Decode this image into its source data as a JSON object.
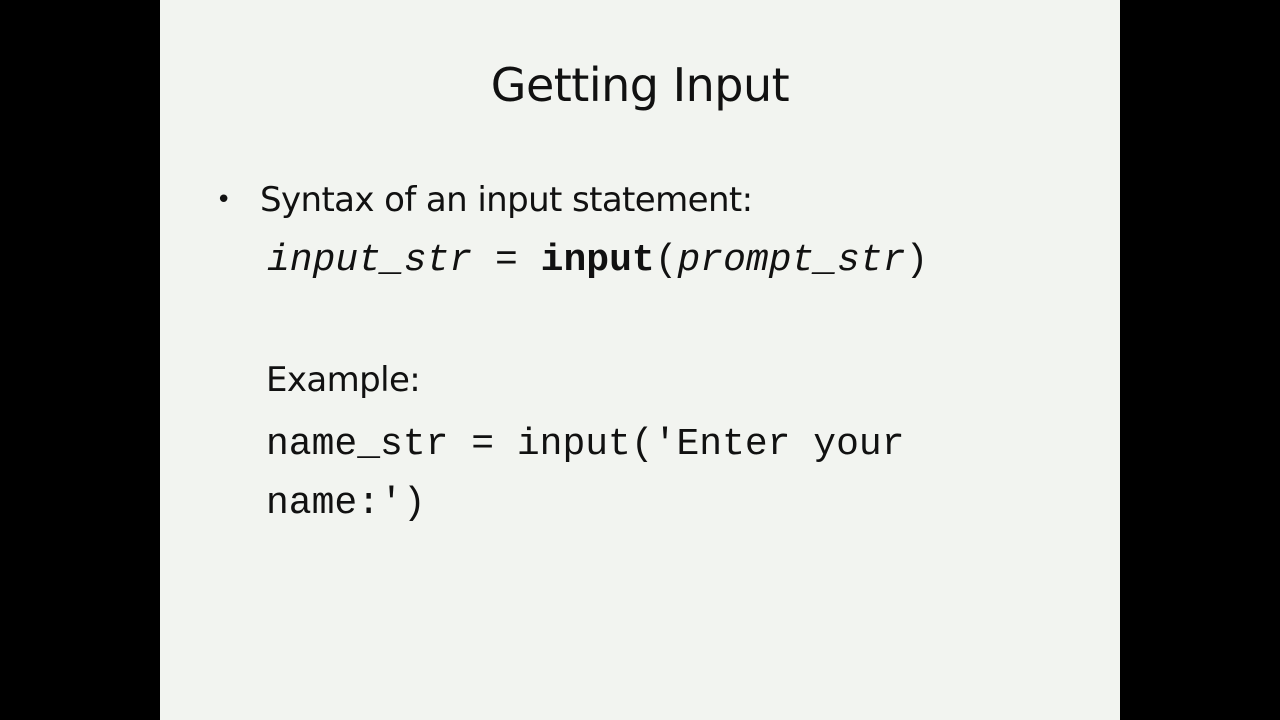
{
  "slide": {
    "title": "Getting Input",
    "bullet": "Syntax of an input statement:",
    "syntax": {
      "lhs": "input_str",
      "equals": " = ",
      "func": "input",
      "open_paren": "(",
      "arg": "prompt_str",
      "close_paren": ")"
    },
    "example_label": "Example:",
    "example_line1": "name_str = input('Enter your",
    "example_line2": "name:')"
  },
  "colors": {
    "frame": "#000000",
    "slide_background": "#f2f4f0",
    "text": "#111111"
  }
}
